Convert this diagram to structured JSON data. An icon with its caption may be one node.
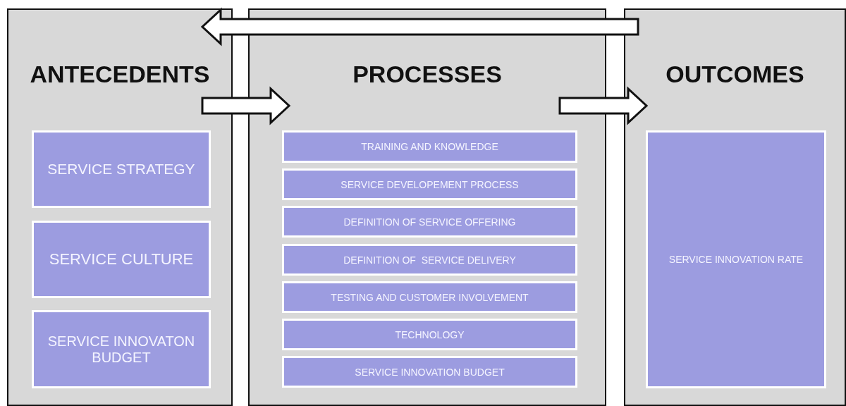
{
  "diagram": {
    "nodes": [
      {
        "text": [
          "ANTECEDENTS"
        ]
      },
      {
        "text": [
          "PROCESSES"
        ]
      },
      {
        "text": [
          "OUTCOMES"
        ]
      },
      {
        "text": [
          "SERVICE STRATEGY"
        ],
        "in": 0
      },
      {
        "text": [
          "SERVICE CULTURE"
        ],
        "in": 0
      },
      {
        "text": [
          "SERVICE INNOVATON BUDGET"
        ],
        "in": 0
      },
      {
        "text": [
          "TRAINING AND KNOWLEDGE"
        ],
        "in": 1
      },
      {
        "text": [
          "SERVICE DEVELOPEMENT PROCESS"
        ],
        "in": 1
      },
      {
        "text": [
          "DEFINITION OF SERVICE OFFERING"
        ],
        "in": 1
      },
      {
        "text": [
          "DEFINITION OF  SERVICE DELIVERY"
        ],
        "in": 1
      },
      {
        "text": [
          "TESTING AND CUSTOMER INVOLVEMENT"
        ],
        "in": 1
      },
      {
        "text": [
          "TECHNOLOGY"
        ],
        "in": 1
      },
      {
        "text": [
          "SERVICE INNOVATION BUDGET"
        ],
        "in": 1
      },
      {
        "text": [
          "SERVICE INNOVATION RATE"
        ],
        "in": 2
      }
    ],
    "edges": [
      {
        "from": 0,
        "to": 1,
        "arrow": "to"
      },
      {
        "from": 1,
        "to": 2,
        "arrow": "to"
      },
      {
        "from": 2,
        "to": 0,
        "arrow": "to"
      }
    ]
  }
}
